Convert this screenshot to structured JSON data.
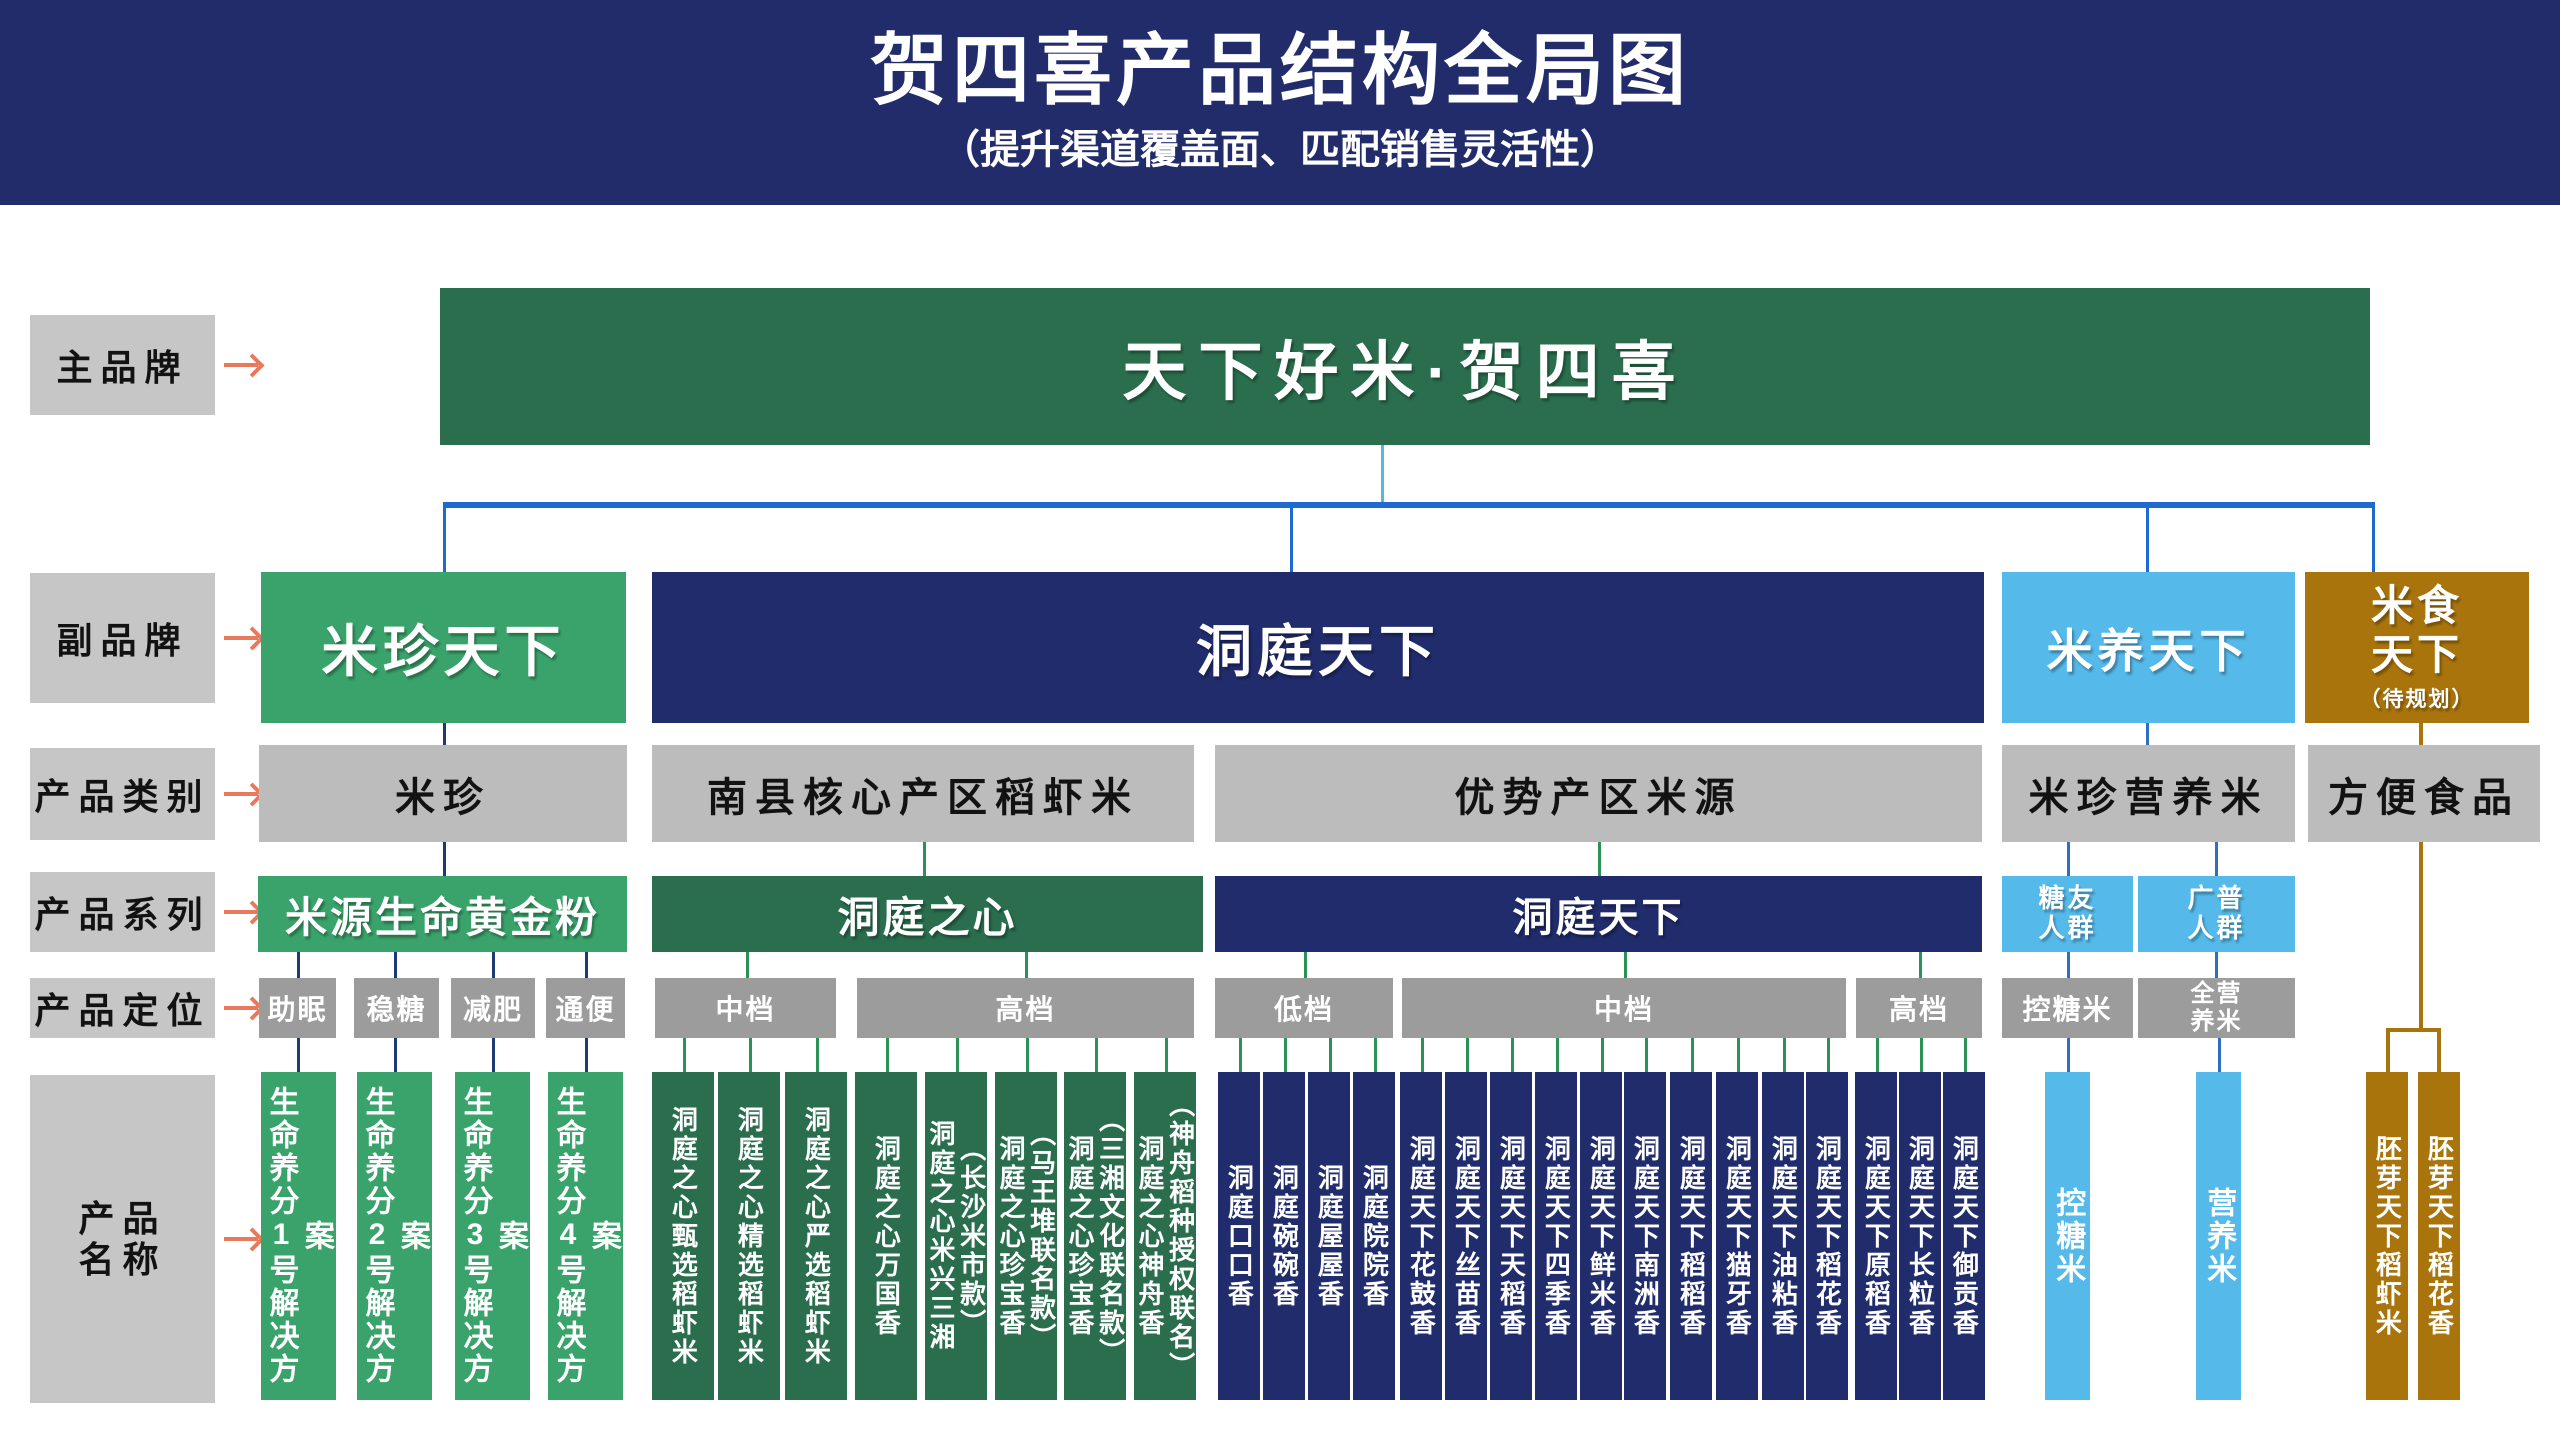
{
  "header": {
    "title": "贺四喜产品结构全局图",
    "subtitle": "（提升渠道覆盖面、匹配销售灵活性）"
  },
  "row_labels": {
    "main_brand": "主品牌",
    "sub_brand": "副品牌",
    "category": "产品类别",
    "series": "产品系列",
    "positioning": "产品定位",
    "product_name": "产品\n名称"
  },
  "main_brand": {
    "label": "天下好米·贺四喜"
  },
  "sub_brands": [
    {
      "label": "米珍天下"
    },
    {
      "label": "洞庭天下"
    },
    {
      "label": "米养天下"
    },
    {
      "label": "米食天下",
      "note": "（待规划）"
    }
  ],
  "categories": [
    {
      "label": "米珍"
    },
    {
      "label": "南县核心产区稻虾米"
    },
    {
      "label": "优势产区米源"
    },
    {
      "label": "米珍营养米"
    },
    {
      "label": "方便食品"
    }
  ],
  "series": [
    {
      "label": "米源生命黄金粉"
    },
    {
      "label": "洞庭之心"
    },
    {
      "label": "洞庭天下"
    },
    {
      "label": "糖友\n人群"
    },
    {
      "label": "广普\n人群"
    }
  ],
  "positions": [
    {
      "label": "助眠"
    },
    {
      "label": "稳糖"
    },
    {
      "label": "减肥"
    },
    {
      "label": "通便"
    },
    {
      "label": "中档"
    },
    {
      "label": "高档"
    },
    {
      "label": "低档"
    },
    {
      "label": "中档"
    },
    {
      "label": "高档"
    },
    {
      "label": "控糖米"
    },
    {
      "label": "全营\n养米"
    }
  ],
  "products": {
    "mizhen": [
      {
        "name": "生命养分1号解决方案"
      },
      {
        "name": "生命养分2号解决方案"
      },
      {
        "name": "生命养分3号解决方案"
      },
      {
        "name": "生命养分4号解决方案"
      }
    ],
    "nanxian": [
      {
        "name": "洞庭之心甄选稻虾米"
      },
      {
        "name": "洞庭之心精选稻虾米"
      },
      {
        "name": "洞庭之心严选稻虾米"
      },
      {
        "name": "洞庭之心万国香"
      },
      {
        "name": "洞庭之心米兴三湘",
        "note": "（长沙米市款）"
      },
      {
        "name": "洞庭之心珍宝香",
        "note": "（马王堆联名款）"
      },
      {
        "name": "洞庭之心珍宝香",
        "note": "（三湘文化联名款）"
      },
      {
        "name": "洞庭之心神舟香",
        "note": "（神舟稻种授权联名）"
      }
    ],
    "youshi": [
      {
        "name": "洞庭口口香"
      },
      {
        "name": "洞庭碗碗香"
      },
      {
        "name": "洞庭屋屋香"
      },
      {
        "name": "洞庭院院香"
      },
      {
        "name": "洞庭天下花鼓香"
      },
      {
        "name": "洞庭天下丝苗香"
      },
      {
        "name": "洞庭天下天稻香"
      },
      {
        "name": "洞庭天下四季香"
      },
      {
        "name": "洞庭天下鲜米香"
      },
      {
        "name": "洞庭天下南洲香"
      },
      {
        "name": "洞庭天下稻稻香"
      },
      {
        "name": "洞庭天下猫牙香"
      },
      {
        "name": "洞庭天下油粘香"
      },
      {
        "name": "洞庭天下稻花香"
      },
      {
        "name": "洞庭天下原稻香"
      },
      {
        "name": "洞庭天下长粒香"
      },
      {
        "name": "洞庭天下御贡香"
      }
    ],
    "miyang": [
      {
        "name": "控糖米"
      },
      {
        "name": "营养米"
      }
    ],
    "mishi": [
      {
        "name": "胚芽天下稻虾米"
      },
      {
        "name": "胚芽天下稻花香"
      }
    ]
  },
  "colors": {
    "header_bg": "#222c6b",
    "navy": "#212c6d",
    "dark_green": "#2a6e4e",
    "green": "#3aa36b",
    "light_blue": "#55b9e9",
    "gold": "#a9740c",
    "gray_box": "#bcbcbc",
    "gray_dark": "#9c9c9c",
    "gray_label": "#c6c6c6",
    "arrow": "#e8795c",
    "branch_blue": "#1e6ad1",
    "link_navy": "#1f3a71",
    "link_green": "#2c9155",
    "link_blue": "#2e6fc0",
    "link_cyan": "#58b8dc"
  }
}
